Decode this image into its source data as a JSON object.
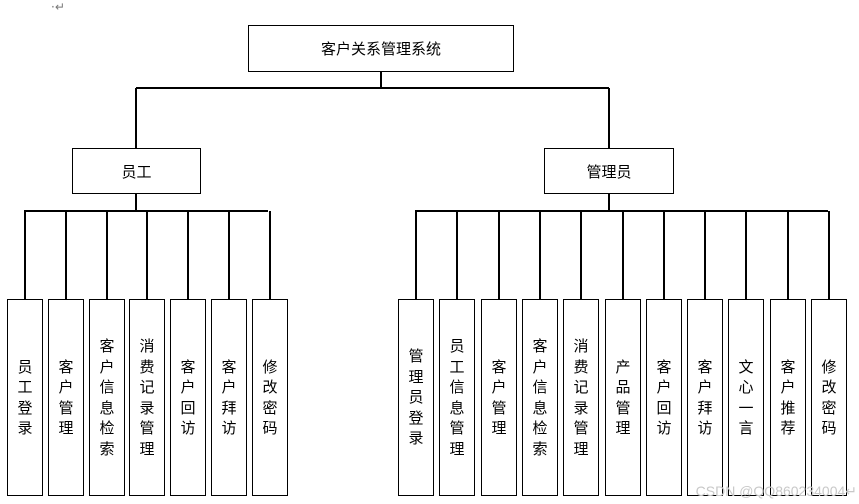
{
  "page_mark": "·↵",
  "root": {
    "label": "客户关系管理系统"
  },
  "branches": [
    {
      "label": "员工",
      "children": [
        "员工登录",
        "客户管理",
        "客户信息检索",
        "消费记录管理",
        "客户回访",
        "客户拜访",
        "修改密码"
      ]
    },
    {
      "label": "管理员",
      "children": [
        "管理员登录",
        "员工信息管理",
        "客户管理",
        "客户信息检索",
        "消费记录管理",
        "产品管理",
        "客户回访",
        "客户拜访",
        "文心一言",
        "客户推荐",
        "修改密码"
      ]
    }
  ],
  "watermark": "CSDN @QQ860234004↵"
}
